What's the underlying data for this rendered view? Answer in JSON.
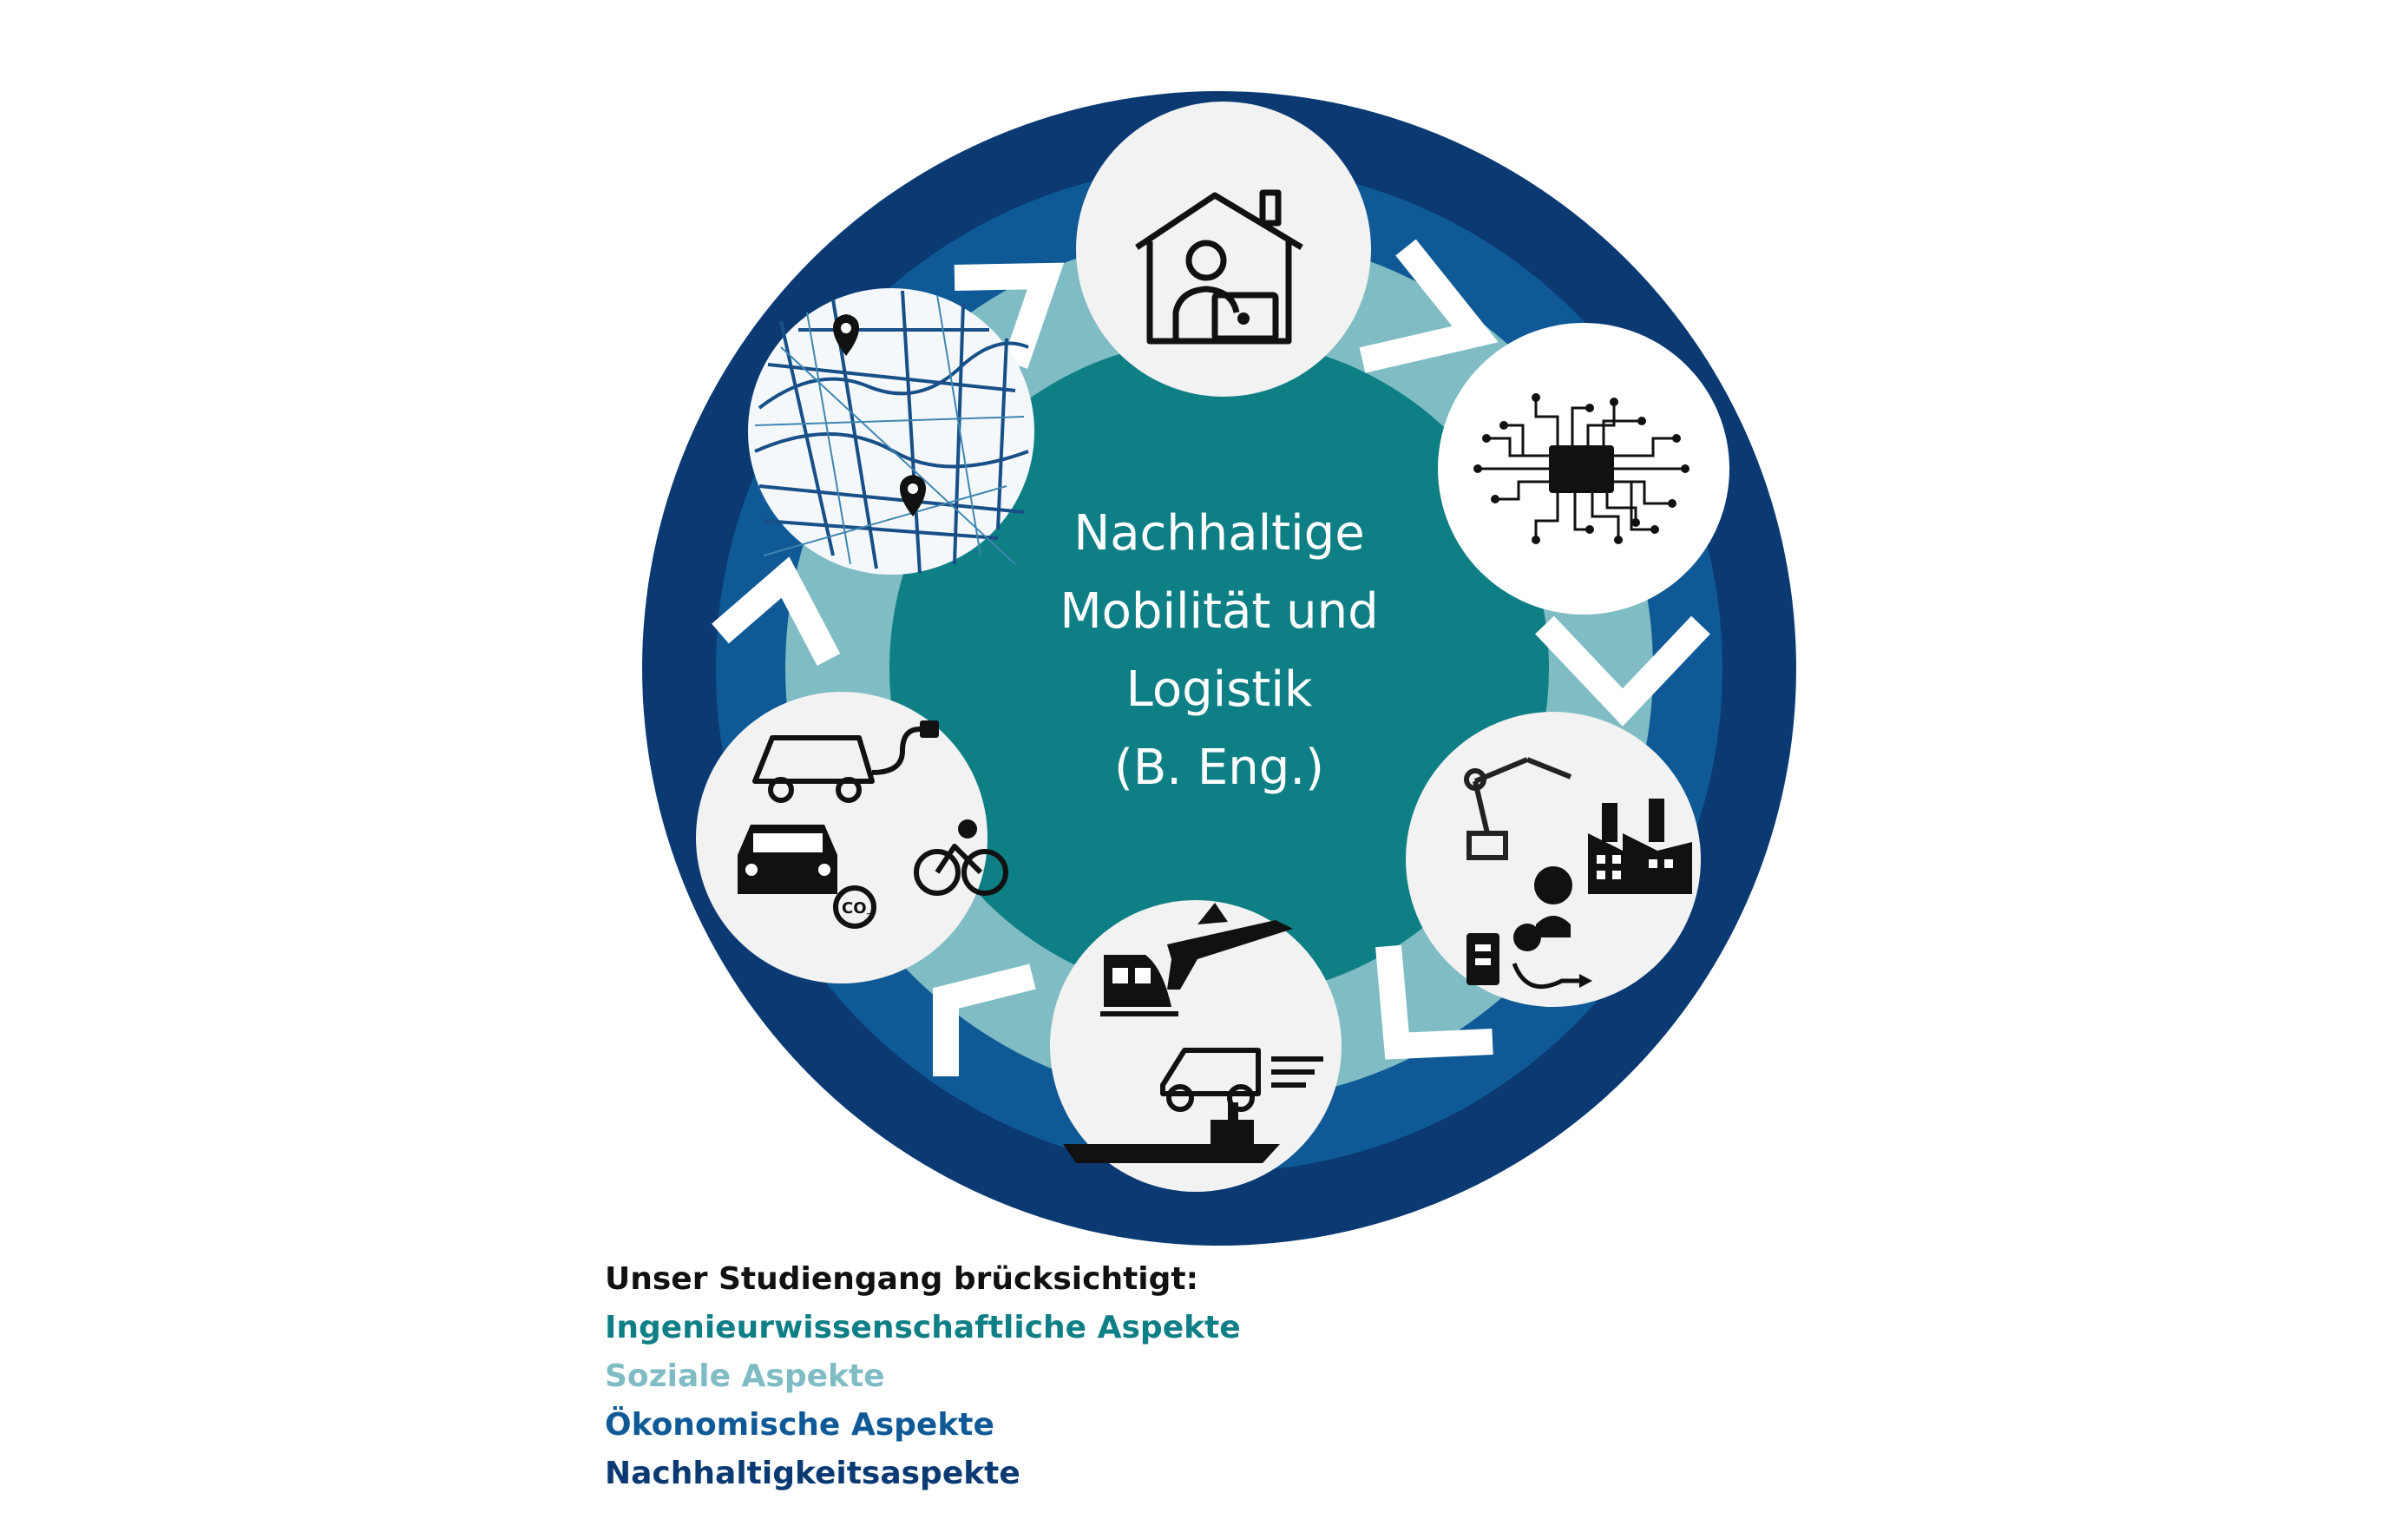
{
  "center_title": {
    "line1": "Nachhaltige",
    "line2": "Mobilität und",
    "line3": "Logistik",
    "line4": "(B. Eng.)"
  },
  "legend": {
    "heading": "Unser Studiengang brücksichtigt:",
    "items": [
      {
        "label": "Ingenieurwissenschaftliche Aspekte",
        "color": "#0f7f86"
      },
      {
        "label": "Soziale Aspekte",
        "color": "#7fbcc4"
      },
      {
        "label": "Ökonomische Aspekte",
        "color": "#0f5a96"
      },
      {
        "label": "Nachhaltigkeitsaspekte",
        "color": "#0b3a73"
      }
    ]
  },
  "ring_colors": {
    "outer": "#0b3a73",
    "middle": "#0f5a96",
    "inner": "#7fbcc4",
    "core": "#0f7f86"
  },
  "icons": [
    "home-office-icon",
    "circuit-chip-icon",
    "industry-robot-icon",
    "transport-modes-icon",
    "vehicles-co2-icon",
    "city-map-icon"
  ],
  "icon_texts": {
    "co2": "CO",
    "co2_sub": "2"
  }
}
